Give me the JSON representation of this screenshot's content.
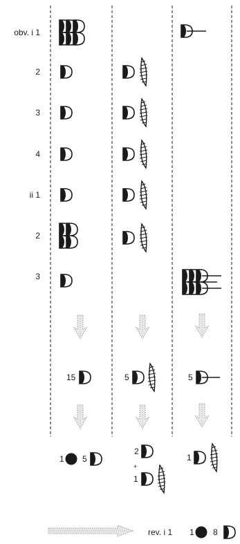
{
  "columns": 3,
  "rows": [
    {
      "label": "obv. i 1",
      "col1": "three DIŠ+U (stacked triple)",
      "col2": "",
      "col3": "U with horizontal line"
    },
    {
      "label": "2",
      "col1": "U",
      "col2": "U + hatched sign",
      "col3": ""
    },
    {
      "label": "3",
      "col1": "U",
      "col2": "U + hatched sign",
      "col3": ""
    },
    {
      "label": "4",
      "col1": "U",
      "col2": "U + hatched sign",
      "col3": ""
    },
    {
      "label": "ii 1",
      "col1": "U",
      "col2": "U + hatched sign",
      "col3": ""
    },
    {
      "label": "2",
      "col1": "double U (stacked)",
      "col2": "U + hatched sign",
      "col3": ""
    },
    {
      "label": "3",
      "col1": "U",
      "col2": "",
      "col3": "triple U with lines"
    }
  ],
  "totals": {
    "col1": {
      "count": "15"
    },
    "col2": {
      "count": "5"
    },
    "col3": {
      "count": "5"
    }
  },
  "summary": {
    "col1_a": "1",
    "col1_b": "5",
    "col2_a": "2",
    "col2_plus": "+",
    "col2_b": "1",
    "col3_a": "1"
  },
  "reverse": {
    "label": "rev. i 1",
    "a": "1",
    "b": "8"
  }
}
